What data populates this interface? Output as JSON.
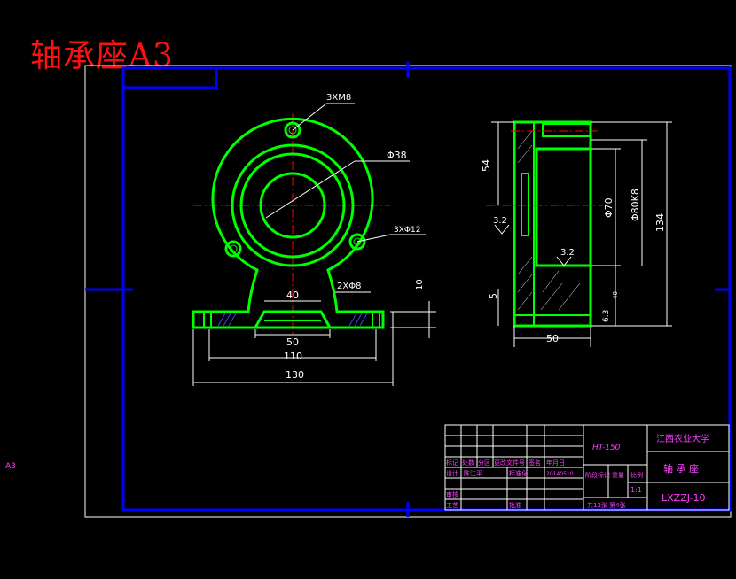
{
  "title": "轴承座A3",
  "side_label": "A3",
  "front_view": {
    "callout_holes_small": "3XM8",
    "callout_diameter": "Φ38",
    "callout_holes_large": "3XΦ12",
    "callout_base_holes": "2XΦ8",
    "dim_40": "40",
    "dim_10": "10",
    "dim_50": "50",
    "dim_110": "110",
    "dim_130": "130"
  },
  "side_view": {
    "dim_54": "54",
    "dim_5": "5",
    "dim_50": "50",
    "dim_70": "Φ70",
    "dim_80": "Φ80K8",
    "dim_134": "134",
    "dim_40": "40",
    "rough_1": "3.2",
    "rough_2": "3.2",
    "rough_3": "6.3"
  },
  "title_block": {
    "material": "HT-150",
    "school": "江西农业大学",
    "part_name": "轴 承 座",
    "drawing_no": "LXZZJ-10",
    "row_headers": [
      "标记",
      "处数",
      "分区",
      "更改文件号",
      "签名",
      "年月日"
    ],
    "designer_label": "设计",
    "designer_name": "陈江平",
    "date": "20140510",
    "standard_label": "标准化",
    "review_label": "审核",
    "process_label": "工艺",
    "approve_label": "批准",
    "stage_label": "阶段标记",
    "weight_label": "重量",
    "scale_label": "比例",
    "scale_value": "1:1",
    "sheets": "共12张 第4张"
  },
  "colors": {
    "background": "#000000",
    "part_outline": "#00ff00",
    "inner_frame": "#0000ff",
    "center_lines": "#ff0000",
    "title_text": "#ff1010",
    "title_block_text": "#ff40ff"
  }
}
